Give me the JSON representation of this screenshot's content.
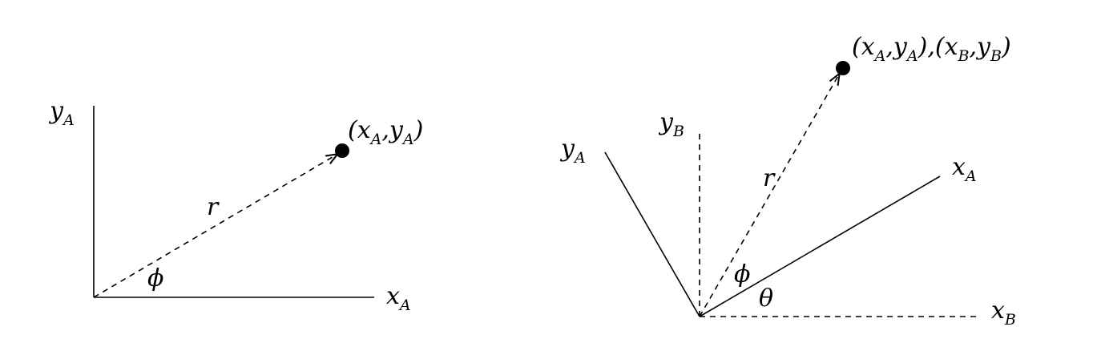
{
  "left_panel": {
    "x_axis": {
      "base": "x",
      "sub": "A"
    },
    "y_axis": {
      "base": "y",
      "sub": "A"
    },
    "point": {
      "open": "(",
      "x_base": "x",
      "x_sub": "A",
      "sep": ",",
      "y_base": "y",
      "y_sub": "A",
      "close": ")"
    },
    "radius_label": "r",
    "angle_label": "ϕ"
  },
  "right_panel": {
    "xA_axis": {
      "base": "x",
      "sub": "A"
    },
    "yA_axis": {
      "base": "y",
      "sub": "A"
    },
    "xB_axis": {
      "base": "x",
      "sub": "B"
    },
    "yB_axis": {
      "base": "y",
      "sub": "B"
    },
    "point": {
      "open1": "(",
      "x1_base": "x",
      "x1_sub": "A",
      "sep1": ",",
      "y1_base": "y",
      "y1_sub": "A",
      "close1": "),",
      "open2": "(",
      "x2_base": "x",
      "x2_sub": "B",
      "sep2": ",",
      "y2_base": "y",
      "y2_sub": "B",
      "close2": ")"
    },
    "radius_label": "r",
    "phi_label": "ϕ",
    "theta_label": "θ"
  }
}
